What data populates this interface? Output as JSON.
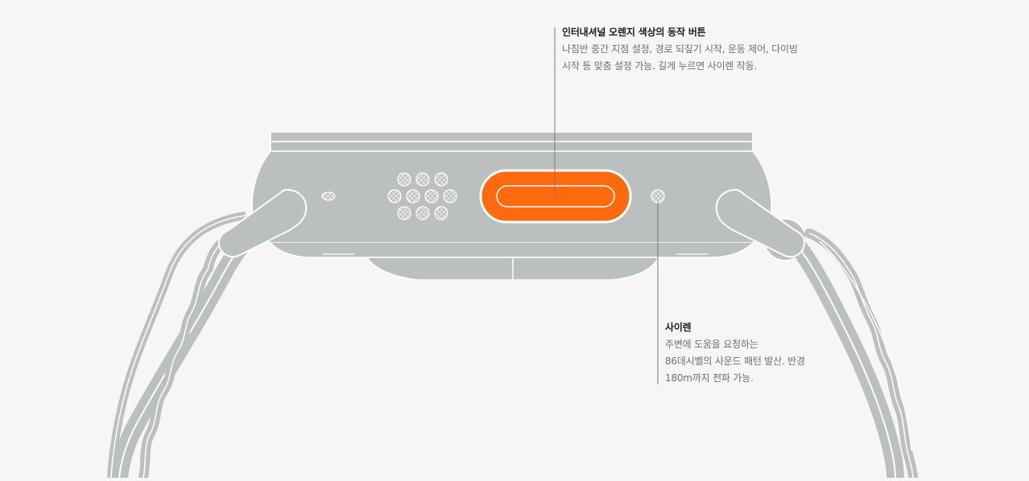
{
  "colors": {
    "background": "#f6f6f6",
    "device_body": "#bcbfbf",
    "device_outline": "#ffffff",
    "action_button": "#ff6a0f",
    "leader_line": "#7a7a7a",
    "title_text": "#1d1d1f",
    "body_text": "#6e6e73"
  },
  "callouts": {
    "action_button": {
      "title": "인터내셔널 오렌지 색상의 동작 버튼",
      "lines": [
        "나침반 중간 지점 설정, 경로 되짚기 시작, 운동 제어, 다이빙",
        "시작 등 맞춤 설정 가능. 길게 누르면 사이렌 작동."
      ]
    },
    "siren": {
      "title": "사이렌",
      "lines": [
        "주변에 도움을 요청하는",
        "86데시벨의 사운드 패턴 발산. 반경",
        "180m까지 전파 가능."
      ]
    }
  },
  "illustration": {
    "subject": "watch-side-view-icon",
    "parts": [
      "speaker-grille-icon",
      "action-button-icon",
      "siren-port-icon",
      "strap-icon"
    ]
  }
}
